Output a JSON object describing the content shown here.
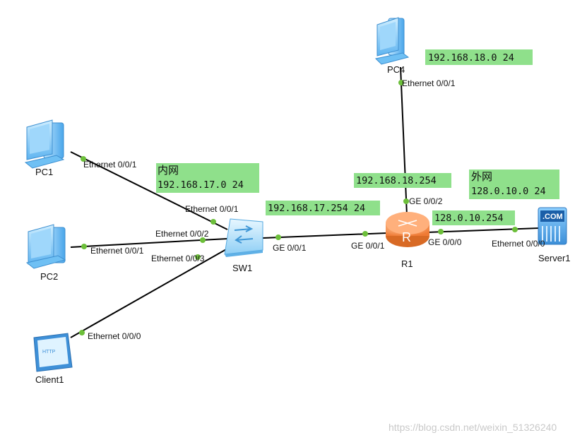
{
  "colors": {
    "link": "#000000",
    "port_dot": "#6cbf3a",
    "ip_box": "#8fe08b",
    "pc_blue": "#5fb4f0",
    "router_orange": "#f48a4a"
  },
  "devices": {
    "pc1": "PC1",
    "pc2": "PC2",
    "pc4": "PC4",
    "client1": "Client1",
    "sw1": "SW1",
    "r1": "R1",
    "server1": "Server1",
    "server_screen_text": ".COM",
    "client_screen_text": "HTTP",
    "router_letter": "R"
  },
  "ports": {
    "pc1_eth": "Ethernet 0/0/1",
    "pc2_eth": "Ethernet 0/0/1",
    "client1_eth": "Ethernet 0/0/0",
    "sw1_eth1": "Ethernet 0/0/1",
    "sw1_eth2": "Ethernet 0/0/2",
    "sw1_eth3": "Ethernet 0/0/3",
    "sw1_ge": "GE 0/0/1",
    "r1_ge1": "GE 0/0/1",
    "r1_ge2": "GE 0/0/2",
    "r1_ge0": "GE 0/0/0",
    "pc4_eth": "Ethernet 0/0/1",
    "server1_eth": "Ethernet 0/0/0"
  },
  "networks": {
    "pc4_net": "192.168.18.0 24",
    "inner_title": "内网",
    "inner_net": "192.168.17.0 24",
    "r1_ge1_ip": "192.168.17.254 24",
    "r1_ge2_ip": "192.168.18.254",
    "outer_title": "外网",
    "outer_net": "128.0.10.0 24",
    "r1_ge0_ip": "128.0.10.254"
  },
  "watermark": "https://blog.csdn.net/weixin_51326240"
}
